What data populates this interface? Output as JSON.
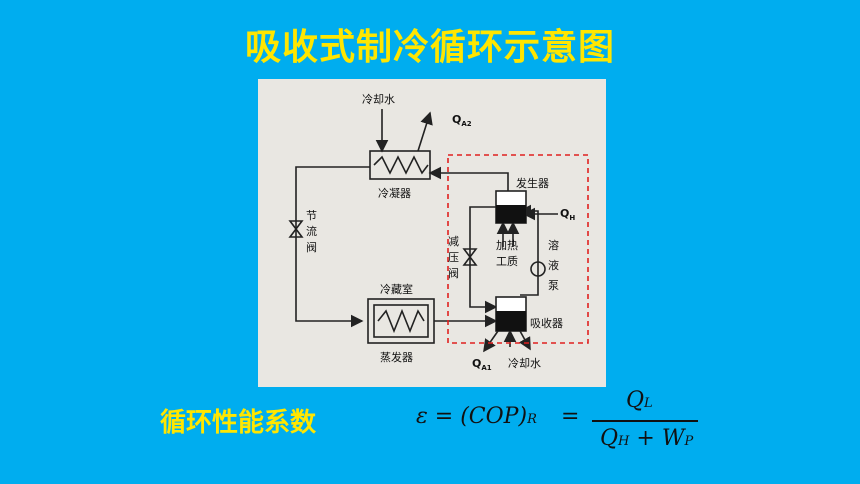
{
  "title": "吸收式制冷循环示意图",
  "diagram": {
    "cooling_water_top": "冷却水",
    "qa2": "Q",
    "qa2_sub": "A2",
    "condenser": "冷凝器",
    "throttle_valve": [
      "节",
      "流",
      "阀"
    ],
    "generator": "发生器",
    "qh": "Q",
    "qh_sub": "H",
    "heating_medium": [
      "加热",
      "工质"
    ],
    "pressure_reduce_valve": [
      "减",
      "压",
      "阀"
    ],
    "solution_pump": [
      "溶",
      "液",
      "泵"
    ],
    "cold_room": "冷藏室",
    "evaporator": "蒸发器",
    "absorber": "吸收器",
    "qa1": "Q",
    "qa1_sub": "A1",
    "cooling_water_bottom": "冷却水"
  },
  "performance_label": "循环性能系数",
  "formula": {
    "lhs": "ε = (COP)",
    "lhs_sub": "R",
    "eq": "=",
    "num": "Q",
    "num_sub": "L",
    "den_q": "Q",
    "den_q_sub": "H",
    "den_plus": " + ",
    "den_w": "W",
    "den_w_sub": "P"
  },
  "colors": {
    "background": "#00adef",
    "title": "#ffe600",
    "dashed_box": "#e02020"
  }
}
